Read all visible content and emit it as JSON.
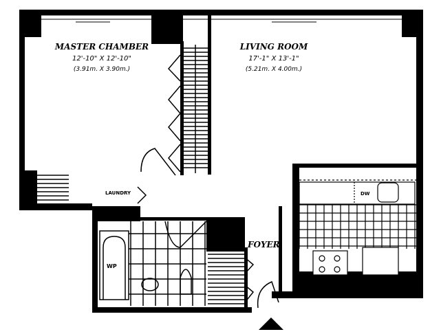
{
  "rooms": {
    "master_chamber": {
      "name": "MASTER CHAMBER",
      "dims_imperial": "12'-10\" X 12'-10\"",
      "dims_metric": "(3.91m. X 3.90m.)"
    },
    "living_room": {
      "name": "LIVING ROOM",
      "dims_imperial": "17'-1\" X 13'-1\"",
      "dims_metric": "(5.21m. X 4.00m.)"
    },
    "laundry": {
      "name": "LAUNDRY"
    },
    "foyer": {
      "name": "FOYER"
    }
  },
  "fixtures": {
    "tub_label": "WP",
    "dishwasher_label": "DW"
  },
  "colors": {
    "ink": "#000000",
    "paper": "#ffffff"
  }
}
